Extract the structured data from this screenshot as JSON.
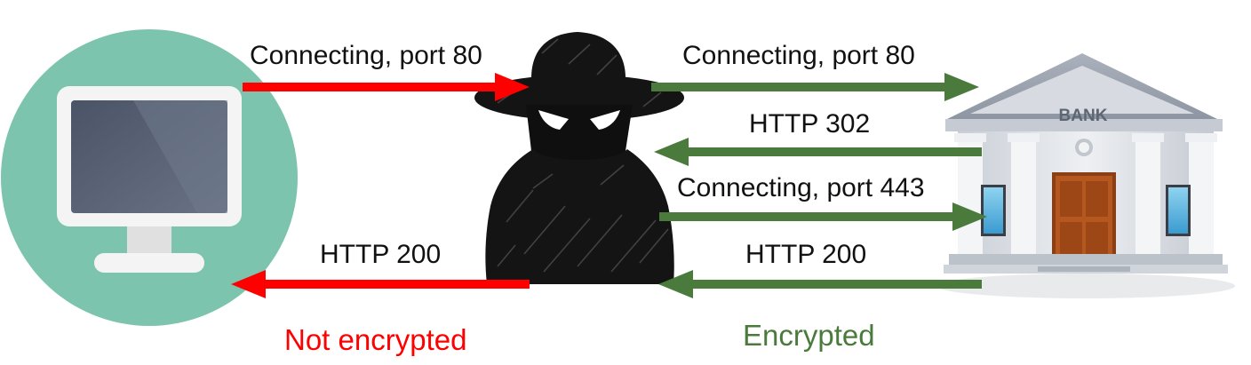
{
  "labels": {
    "client_to_attacker": "Connecting, port 80",
    "attacker_to_bank": "Connecting, port 80",
    "bank_redirect": "HTTP 302",
    "attacker_to_bank_secure": "Connecting, port 443",
    "attacker_to_client_response": "HTTP 200",
    "bank_to_attacker_response": "HTTP 200"
  },
  "captions": {
    "left": "Not encrypted",
    "right": "Encrypted"
  },
  "bank_sign": "BANK",
  "colors": {
    "unencrypted": "#ff0000",
    "encrypted": "#4a7a3c",
    "client_circle": "#7cc4ad",
    "monitor_screen": "#4f5a6c",
    "bank_stone": "#dde1e6",
    "bank_door": "#b5581f"
  },
  "icons": {
    "client": "desktop-computer-icon",
    "attacker": "spy-hat-silhouette-icon",
    "server": "bank-building-icon"
  }
}
